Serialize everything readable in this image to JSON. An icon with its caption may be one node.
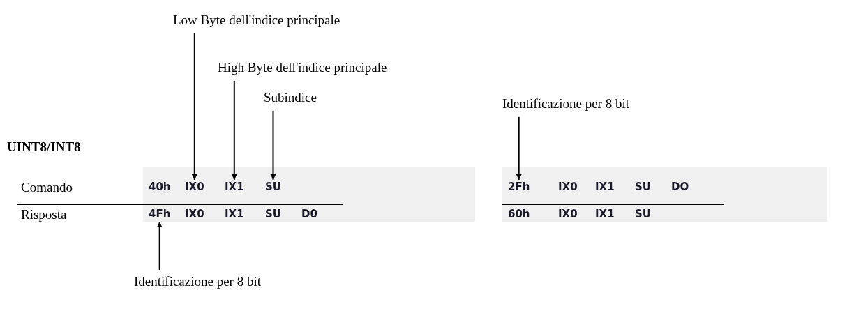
{
  "diagram": {
    "nodes": [
      {
        "text": [
          "Low Byte dell'indice principale"
        ]
      },
      {
        "text": [
          "High Byte dell'indice principale"
        ]
      },
      {
        "text": [
          "Subindice"
        ]
      },
      {
        "text": [
          "Identificazione per 8 bit"
        ]
      },
      {
        "text": [
          "IX0"
        ]
      },
      {
        "text": [
          "IX1"
        ]
      },
      {
        "text": [
          "SU"
        ]
      },
      {
        "text": [
          "2Fh"
        ]
      },
      {
        "text": [
          "4Fh"
        ]
      },
      {
        "text": [
          "Identificazione per 8 bit"
        ]
      }
    ],
    "edges": [
      {
        "from": 0,
        "to": 4,
        "arrow": "to"
      },
      {
        "from": 1,
        "to": 5,
        "arrow": "to"
      },
      {
        "from": 2,
        "to": 6,
        "arrow": "to"
      },
      {
        "from": 3,
        "to": 7,
        "arrow": "to"
      },
      {
        "from": 9,
        "to": 8,
        "arrow": "to"
      }
    ],
    "labels": [
      "UINT8/INT8",
      "Comando",
      "40h",
      "IX0",
      "IX1",
      "SU",
      "DO",
      "Risposta",
      "IX0",
      "IX1",
      "SU",
      "D0",
      "60h",
      "IX0",
      "IX1",
      "SU"
    ]
  }
}
